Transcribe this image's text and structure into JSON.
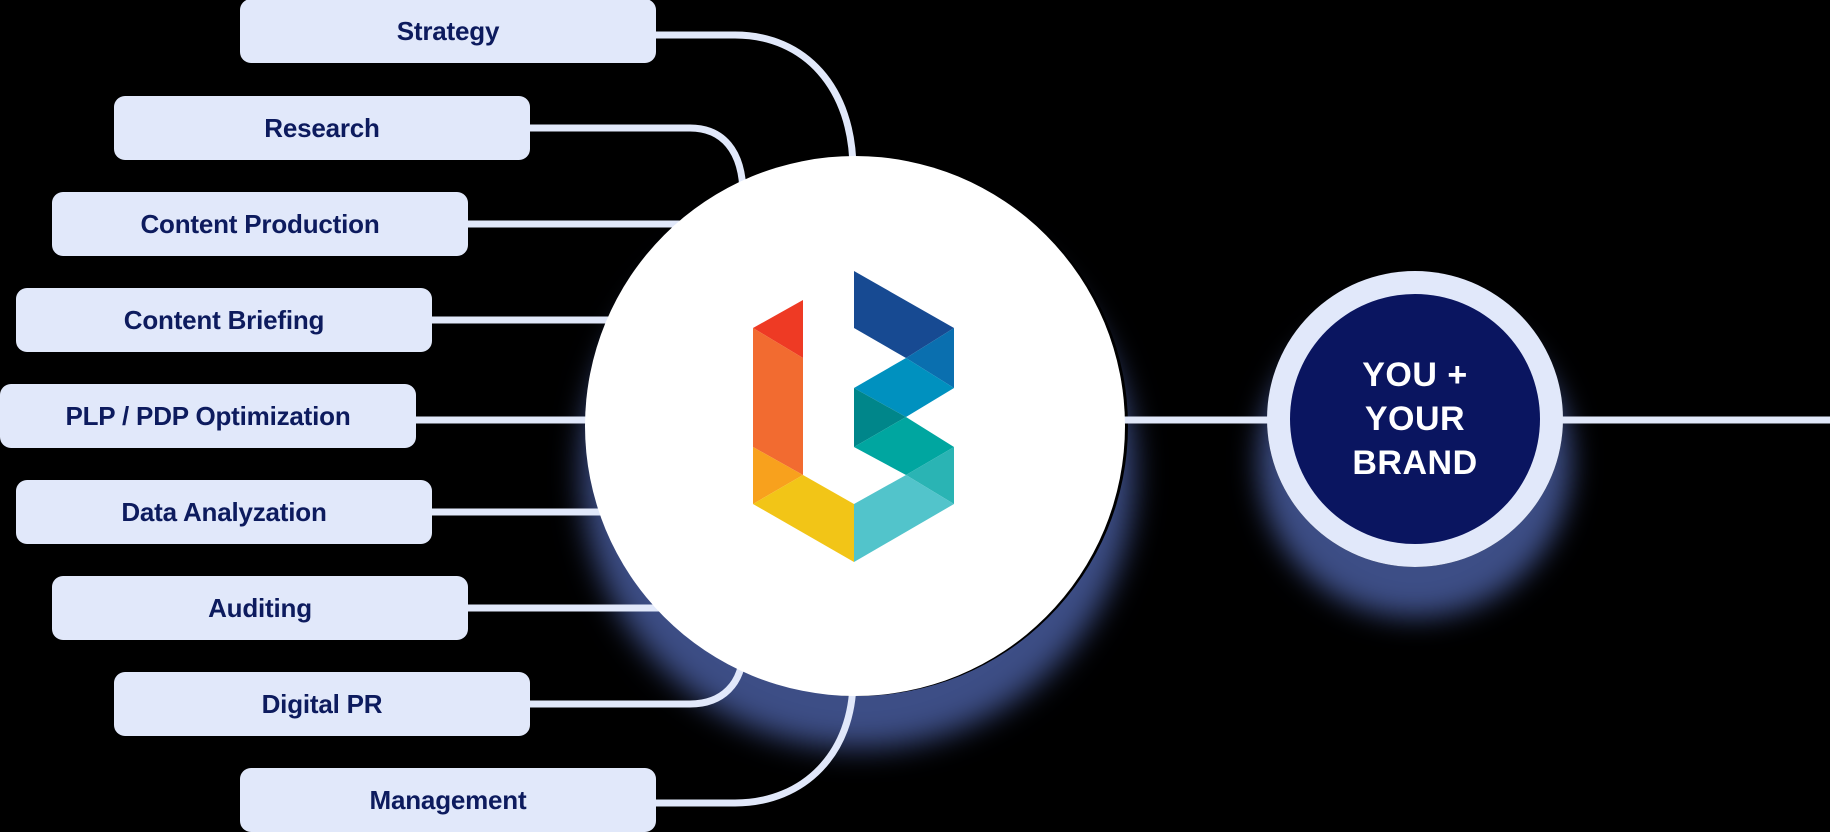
{
  "diagram": {
    "type": "hub-and-spoke",
    "services": [
      {
        "label": "Strategy"
      },
      {
        "label": "Research"
      },
      {
        "label": "Content Production"
      },
      {
        "label": "Content Briefing"
      },
      {
        "label": "PLP / PDP Optimization"
      },
      {
        "label": "Data Analyzation"
      },
      {
        "label": "Auditing"
      },
      {
        "label": "Digital PR"
      },
      {
        "label": "Management"
      }
    ],
    "hub": {
      "logo_icon": "geometric-lb-logo-icon"
    },
    "brand": {
      "lines": [
        "YOU +",
        "YOUR",
        "BRAND"
      ]
    }
  },
  "colors": {
    "background": "#000000",
    "box_fill": "#e1e8fa",
    "box_text": "#0d1b5e",
    "connector": "#e1e8fa",
    "hub_fill": "#ffffff",
    "brand_ring": "#e1e8fa",
    "brand_core": "#0a1560",
    "brand_text": "#ffffff",
    "logo": [
      "#ee3a24",
      "#f26b30",
      "#f8a11d",
      "#f2c517",
      "#174a92",
      "#0a6faf",
      "#0091bf",
      "#00868a",
      "#00a6a0",
      "#2ab4b4",
      "#52c4cb"
    ]
  }
}
